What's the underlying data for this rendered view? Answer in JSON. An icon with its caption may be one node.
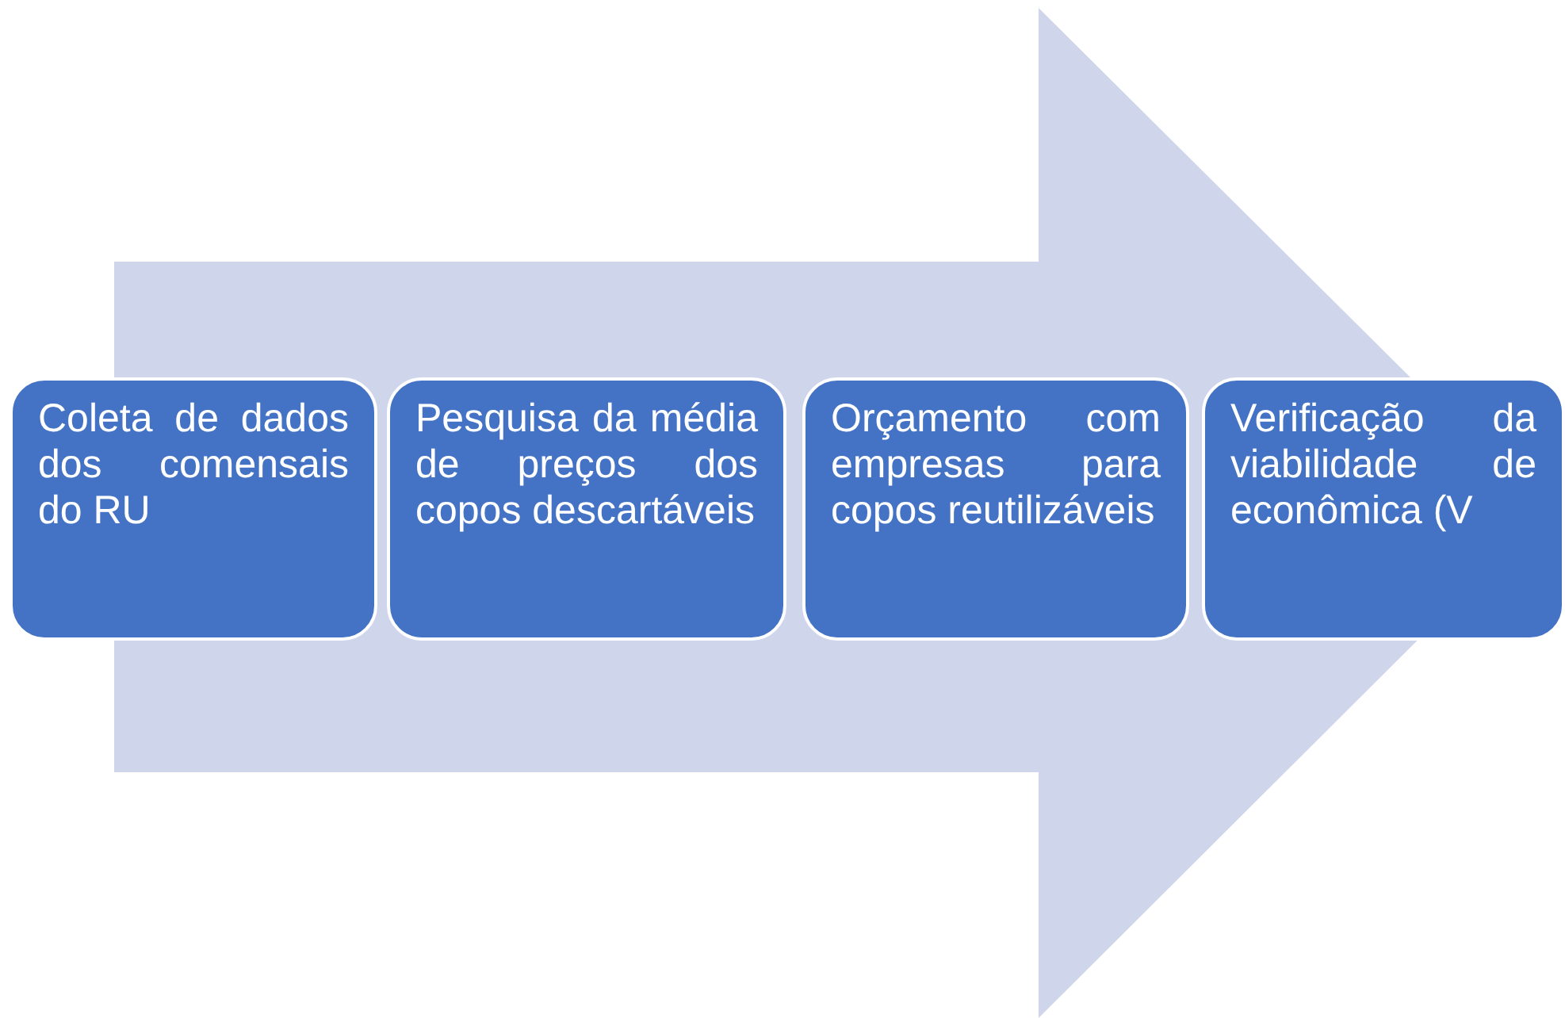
{
  "diagram": {
    "nodes": [
      {
        "text": [
          "Coleta de dados dos comensais do RU"
        ]
      },
      {
        "text": [
          "Pesquisa da média de preços dos copos descartáveis"
        ]
      },
      {
        "text": [
          "Orçamento com empresas para copos reutilizáveis"
        ]
      },
      {
        "text": [
          "Verificação da viabilidade de econômica (V"
        ]
      }
    ],
    "edges": [
      {
        "from": 0,
        "to": 3,
        "arrow": "to"
      }
    ]
  }
}
